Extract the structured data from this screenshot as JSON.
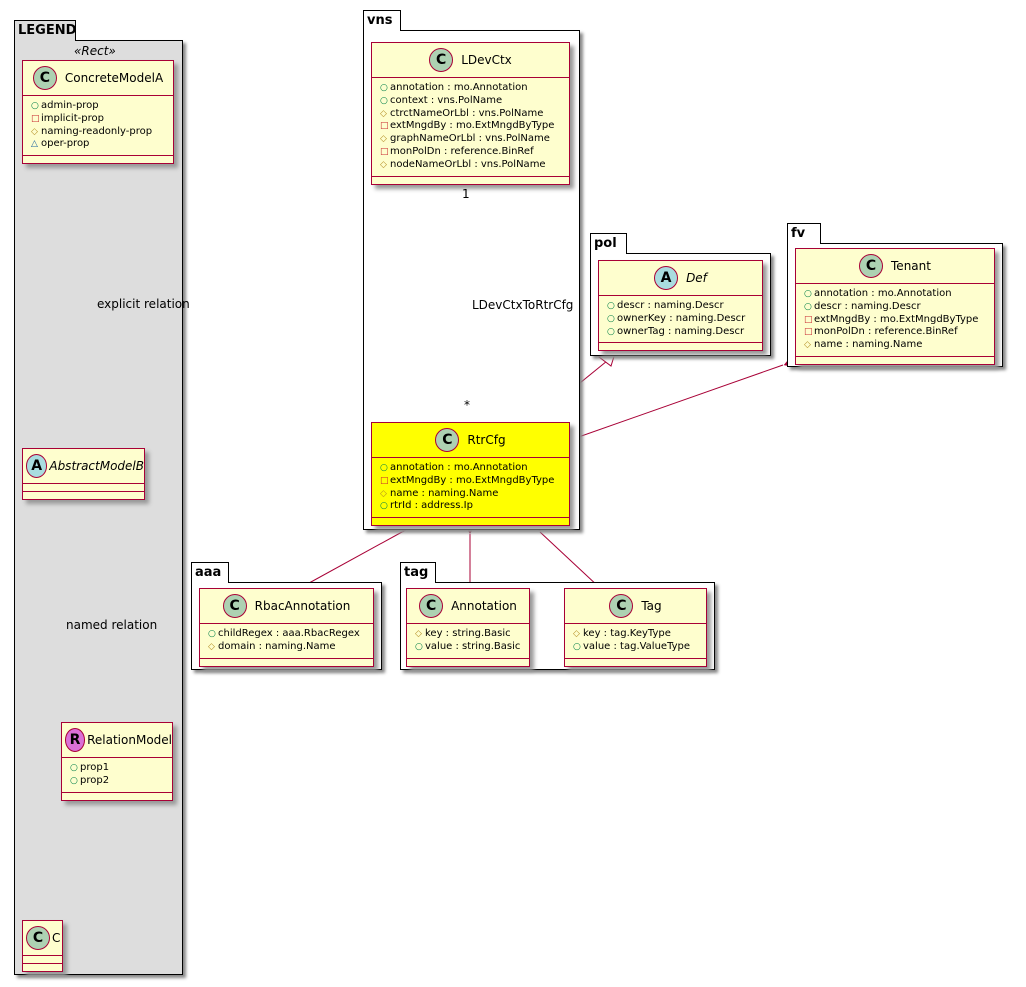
{
  "packages": [
    {
      "id": "legend",
      "name": "LEGEND"
    },
    {
      "id": "vns",
      "name": "vns"
    },
    {
      "id": "pol",
      "name": "pol"
    },
    {
      "id": "fv",
      "name": "fv"
    },
    {
      "id": "aaa",
      "name": "aaa"
    },
    {
      "id": "tag",
      "name": "tag"
    }
  ],
  "legend_stereotype": "«Rect»",
  "classes": [
    {
      "id": "ConcreteModelA",
      "kind": "C",
      "name": "ConcreteModelA",
      "attrs": [
        [
          "+",
          "admin-prop"
        ],
        [
          "-",
          "implicit-prop"
        ],
        [
          "#",
          "naming-readonly-prop"
        ],
        [
          "~",
          "oper-prop"
        ]
      ]
    },
    {
      "id": "AbstractModelB",
      "kind": "A",
      "name": "AbstractModelB",
      "italic": true,
      "attrs": []
    },
    {
      "id": "RelationModel",
      "kind": "R",
      "name": "RelationModel",
      "attrs": [
        [
          "+",
          "prop1"
        ],
        [
          "+",
          "prop2"
        ]
      ]
    },
    {
      "id": "C",
      "kind": "C",
      "name": "C",
      "attrs": []
    },
    {
      "id": "LDevCtx",
      "kind": "C",
      "name": "LDevCtx",
      "attrs": [
        [
          "+",
          "annotation : mo.Annotation"
        ],
        [
          "+",
          "context : vns.PolName"
        ],
        [
          "#",
          "ctrctNameOrLbl : vns.PolName"
        ],
        [
          "-",
          "extMngdBy : mo.ExtMngdByType"
        ],
        [
          "#",
          "graphNameOrLbl : vns.PolName"
        ],
        [
          "-",
          "monPolDn : reference.BinRef"
        ],
        [
          "#",
          "nodeNameOrLbl : vns.PolName"
        ]
      ]
    },
    {
      "id": "RtrCfg",
      "kind": "C",
      "name": "RtrCfg",
      "highlight": "#ffff00",
      "attrs": [
        [
          "+",
          "annotation : mo.Annotation"
        ],
        [
          "-",
          "extMngdBy : mo.ExtMngdByType"
        ],
        [
          "#",
          "name : naming.Name"
        ],
        [
          "+",
          "rtrId : address.Ip"
        ]
      ]
    },
    {
      "id": "Def",
      "kind": "A",
      "name": "Def",
      "italic": true,
      "attrs": [
        [
          "+",
          "descr : naming.Descr"
        ],
        [
          "+",
          "ownerKey : naming.Descr"
        ],
        [
          "+",
          "ownerTag : naming.Descr"
        ]
      ]
    },
    {
      "id": "Tenant",
      "kind": "C",
      "name": "Tenant",
      "attrs": [
        [
          "+",
          "annotation : mo.Annotation"
        ],
        [
          "+",
          "descr : naming.Descr"
        ],
        [
          "-",
          "extMngdBy : mo.ExtMngdByType"
        ],
        [
          "-",
          "monPolDn : reference.BinRef"
        ],
        [
          "#",
          "name : naming.Name"
        ]
      ]
    },
    {
      "id": "RbacAnnotation",
      "kind": "C",
      "name": "RbacAnnotation",
      "attrs": [
        [
          "+",
          "childRegex : aaa.RbacRegex"
        ],
        [
          "#",
          "domain : naming.Name"
        ]
      ]
    },
    {
      "id": "Annotation",
      "kind": "C",
      "name": "Annotation",
      "attrs": [
        [
          "#",
          "key : string.Basic"
        ],
        [
          "+",
          "value : string.Basic"
        ]
      ]
    },
    {
      "id": "Tag",
      "kind": "C",
      "name": "Tag",
      "attrs": [
        [
          "#",
          "key : tag.KeyType"
        ],
        [
          "+",
          "value : tag.ValueType"
        ]
      ]
    }
  ],
  "labels": {
    "explicit": "explicit relation",
    "named": "named relation",
    "ldev_rel": "LDevCtxToRtrCfg",
    "mult_one": "1",
    "mult_many": "*"
  },
  "colors": {
    "border": "#a80036",
    "class_fill": "#fefece",
    "legend_fill": "#dddddd",
    "C": "#add1b2",
    "A": "#a9dcdf",
    "R": "#da70d6"
  }
}
